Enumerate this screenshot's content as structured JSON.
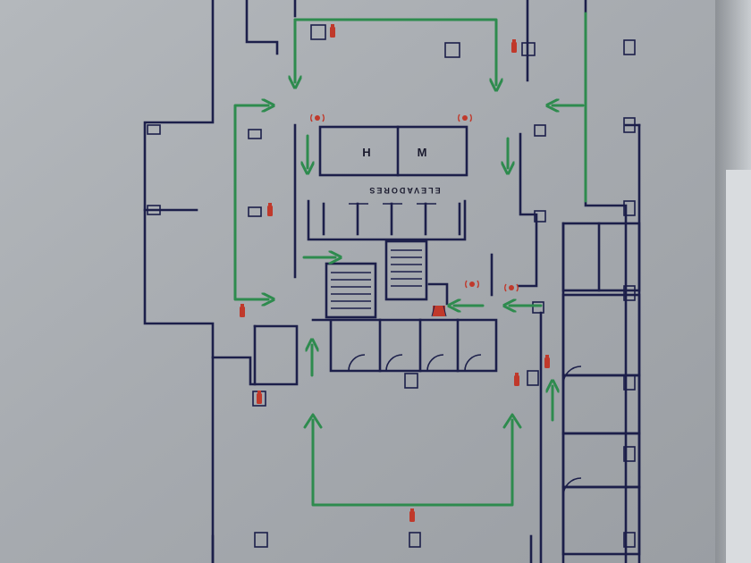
{
  "map": {
    "elevator_h_label": "H",
    "elevator_m_label": "M",
    "elevators_label": "ELEVADORES",
    "colors": {
      "plate": "#a9adb1",
      "wall": "#1c1f4a",
      "route": "#2e8b4e",
      "extinguisher": "#c0392b",
      "alarm": "#c0392b"
    },
    "icons": [
      "fire-extinguisher-icon",
      "fire-alarm-icon",
      "evacuation-arrow-icon",
      "stairs-icon",
      "door-icon"
    ]
  }
}
